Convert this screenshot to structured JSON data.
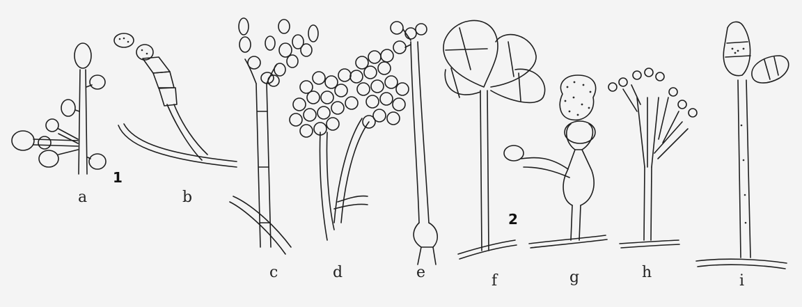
{
  "figure_numbers": [
    "1",
    "2"
  ],
  "labels": [
    "a",
    "b",
    "c",
    "d",
    "e",
    "f",
    "g",
    "h",
    "i"
  ],
  "colors": {
    "paper": "#f4f4f4",
    "ink": "#1e1e1e"
  }
}
